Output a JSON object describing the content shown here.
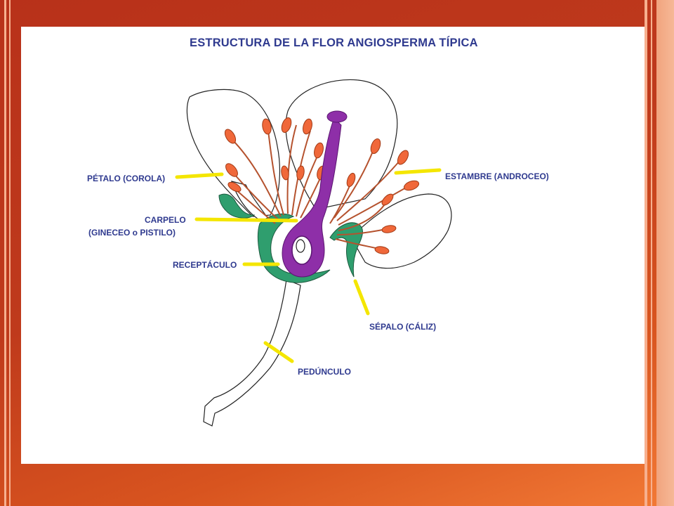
{
  "diagram": {
    "title": "ESTRUCTURA DE LA FLOR ANGIOSPERMA TÍPICA",
    "labels": {
      "petalo": "PÉTALO (COROLA)",
      "carpelo_line1": "CARPELO",
      "carpelo_line2": "(GINECEO o PISTILO)",
      "receptaculo": "RECEPTÁCULO",
      "pedunculo": "PEDÚNCULO",
      "estambre": "ESTAMBRE (ANDROCEO)",
      "sepalo": "SÉPALO (CÁLIZ)"
    },
    "colors": {
      "label_text": "#2f3a8f",
      "leader_lines": "#f4e600",
      "anthers": "#f0683a",
      "pistil": "#8e2fa8",
      "sepals": "#2f9e6e"
    }
  }
}
